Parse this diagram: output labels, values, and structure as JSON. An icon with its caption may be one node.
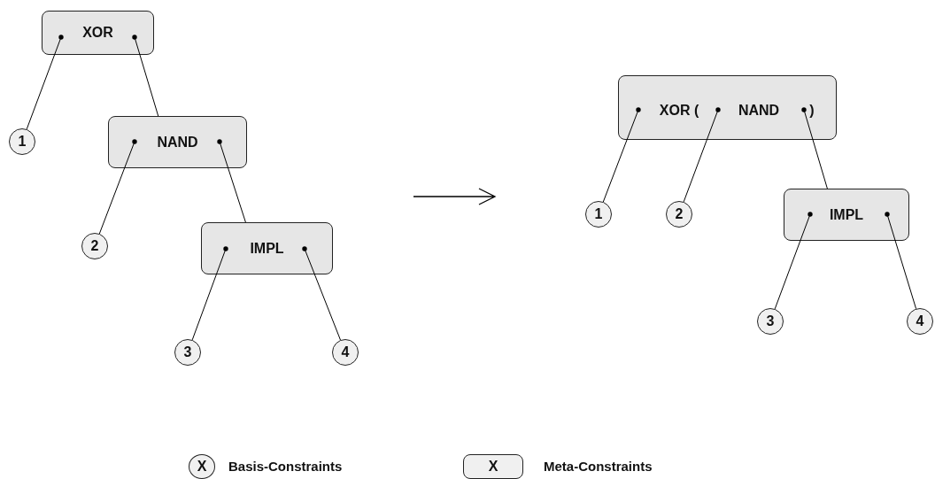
{
  "diagram": {
    "nodes": [
      {
        "text": [
          "XOR"
        ]
      },
      {
        "text": [
          "1"
        ]
      },
      {
        "text": [
          "NAND"
        ]
      },
      {
        "text": [
          "2"
        ]
      },
      {
        "text": [
          "IMPL"
        ]
      },
      {
        "text": [
          "3"
        ]
      },
      {
        "text": [
          "4"
        ]
      },
      {
        "text": [
          "XOR (",
          "NAND",
          ")"
        ]
      },
      {
        "text": [
          "1"
        ]
      },
      {
        "text": [
          "2"
        ]
      },
      {
        "text": [
          "IMPL"
        ]
      },
      {
        "text": [
          "3"
        ]
      },
      {
        "text": [
          "4"
        ]
      }
    ],
    "edges": [
      {
        "from": 0,
        "to": 1,
        "arrow": "other"
      },
      {
        "from": 0,
        "to": 2,
        "arrow": "other"
      },
      {
        "from": 2,
        "to": 3,
        "arrow": "other"
      },
      {
        "from": 2,
        "to": 4,
        "arrow": "other"
      },
      {
        "from": 4,
        "to": 5,
        "arrow": "other"
      },
      {
        "from": 4,
        "to": 6,
        "arrow": "other"
      },
      {
        "from": 7,
        "to": 8,
        "arrow": "other"
      },
      {
        "from": 7,
        "to": 9,
        "arrow": "other"
      },
      {
        "from": 7,
        "to": 10,
        "arrow": "other"
      },
      {
        "from": 10,
        "to": 11,
        "arrow": "other"
      },
      {
        "from": 10,
        "to": 12,
        "arrow": "other"
      }
    ],
    "labels": [
      "X",
      "X"
    ],
    "legend": [
      {
        "text": "Basis-Constraints"
      },
      {
        "text": "Meta-Constraints"
      }
    ]
  }
}
